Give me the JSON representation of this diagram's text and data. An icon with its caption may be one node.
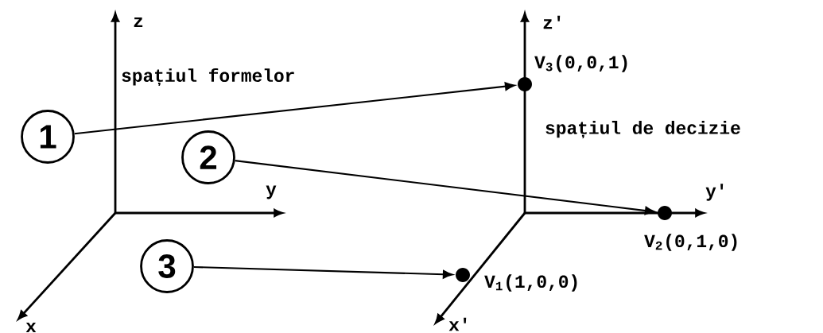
{
  "diagram": {
    "nodes": [
      {
        "text": [
          "1"
        ]
      },
      {
        "text": [
          "2"
        ]
      },
      {
        "text": [
          "3"
        ]
      },
      {
        "text": [],
        "shape": "circle",
        "beside": [
          "V$_{3}$(0,0,1)"
        ]
      },
      {
        "text": [],
        "shape": "circle",
        "beside": [
          "V$_{2}$(0,1,0)"
        ]
      },
      {
        "text": [],
        "shape": "circle",
        "beside": [
          "V$_{1}$(1,0,0)"
        ]
      }
    ],
    "edges": [
      {
        "from": 0,
        "to": 3,
        "arrow": "to"
      },
      {
        "from": 1,
        "to": 4,
        "arrow": "to"
      },
      {
        "from": 2,
        "to": 5,
        "arrow": "to"
      }
    ],
    "labels": [
      "z",
      "spațiul formelor",
      "y",
      "x",
      "z'",
      "spațiul de decizie",
      "y'",
      "x'"
    ]
  }
}
